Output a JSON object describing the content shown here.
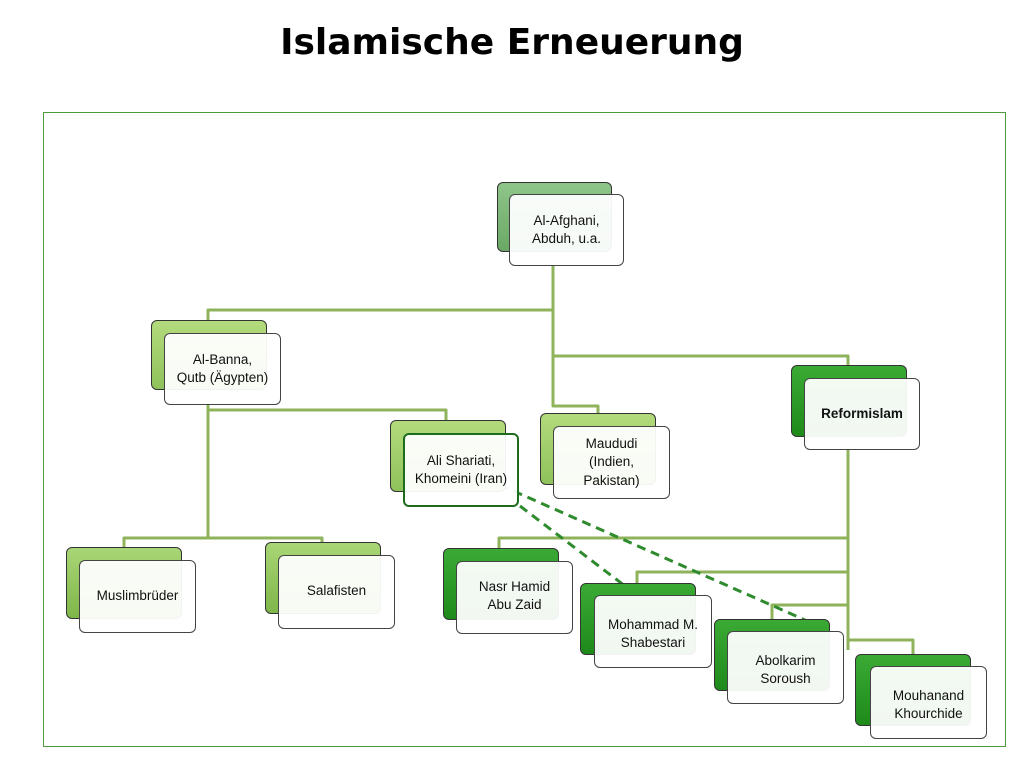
{
  "title": "Islamische Erneuerung",
  "colors": {
    "connector": "#8fb35a",
    "dashed_connector": "#2e8b2e",
    "frame": "#4e9a3e"
  },
  "nodes": {
    "root": "Al-Afghani,\nAbduh, u.a.",
    "al_banna": "Al-Banna,\nQutb (Ägypten)",
    "shariati": "Ali Shariati,\nKhomeini (Iran)",
    "maududi": "Maududi\n(Indien,\nPakistan)",
    "reformislam": "Reformislam",
    "muslimbrueder": "Muslimbrüder",
    "salafisten": "Salafisten",
    "abu_zaid": "Nasr Hamid\nAbu Zaid",
    "shabestari": "Mohammad M.\nShabestari",
    "soroush": "Abolkarim\nSoroush",
    "khourchide": "Mouhanand\nKhourchide"
  }
}
